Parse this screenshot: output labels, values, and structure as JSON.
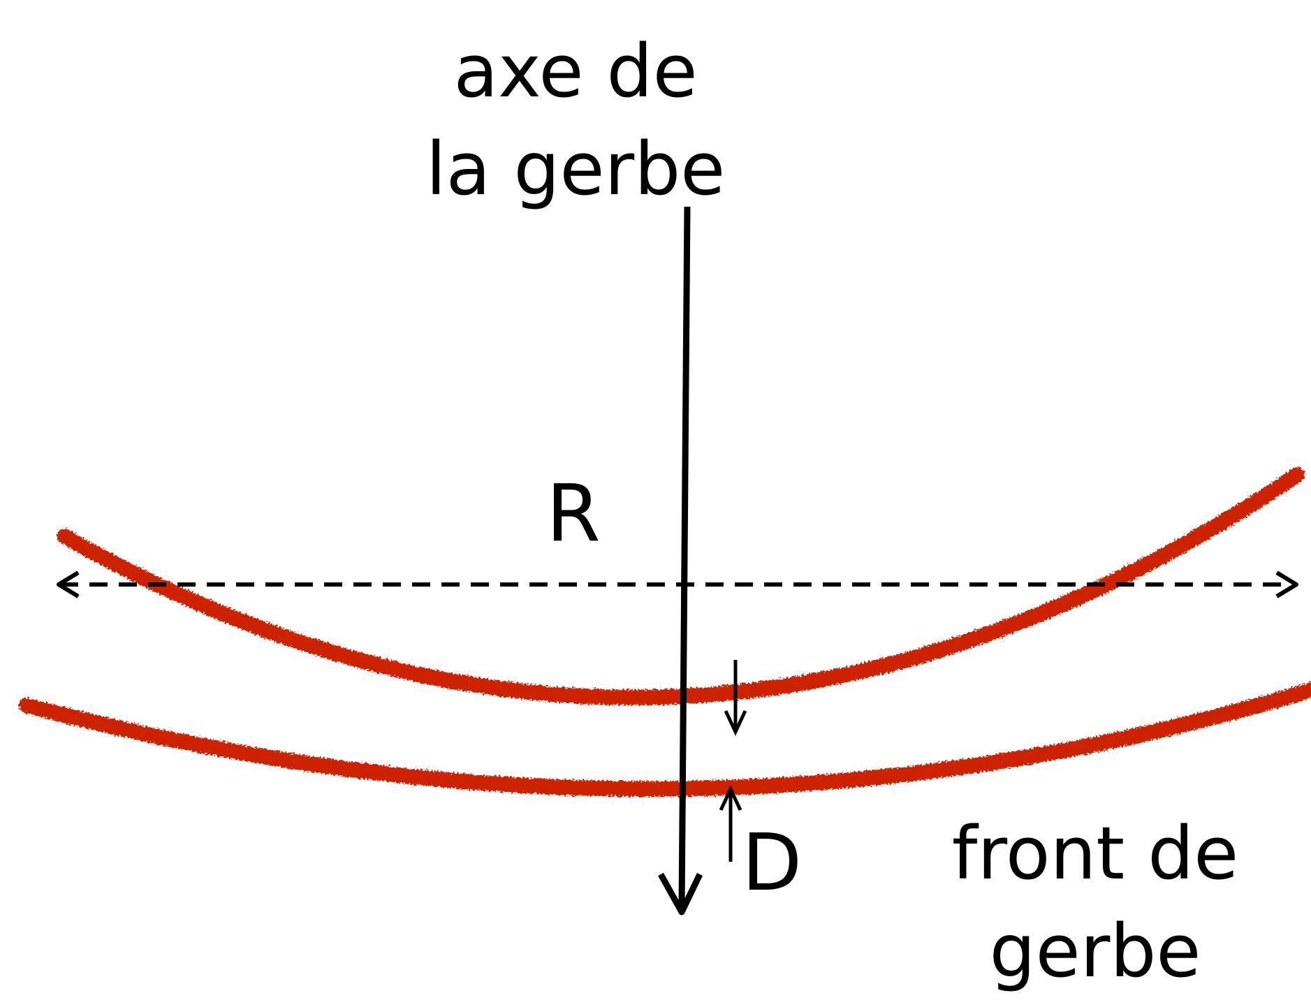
{
  "axis_label": {
    "line1": "axe de",
    "line2": "la gerbe"
  },
  "radius_label": "R",
  "thickness_label": "D",
  "front_label": {
    "line1": "front de",
    "line2": "gerbe"
  },
  "colors": {
    "front_curves": "#cc2200",
    "lines": "#000000",
    "background": "#ffffff"
  }
}
